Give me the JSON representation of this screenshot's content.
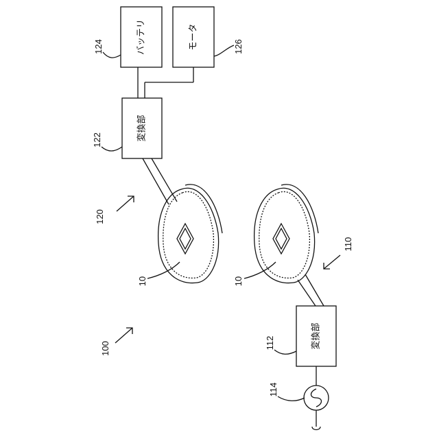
{
  "blocks": {
    "battery": "バッテリ",
    "motor": "モータ",
    "converter_receive": "変換部",
    "converter_transmit": "変換部"
  },
  "refs": {
    "r124": "124",
    "r126": "126",
    "r122": "122",
    "r120": "120",
    "r10_top": "10",
    "r10_bottom": "10",
    "r110": "110",
    "r100": "100",
    "r112": "112",
    "r114": "114"
  }
}
